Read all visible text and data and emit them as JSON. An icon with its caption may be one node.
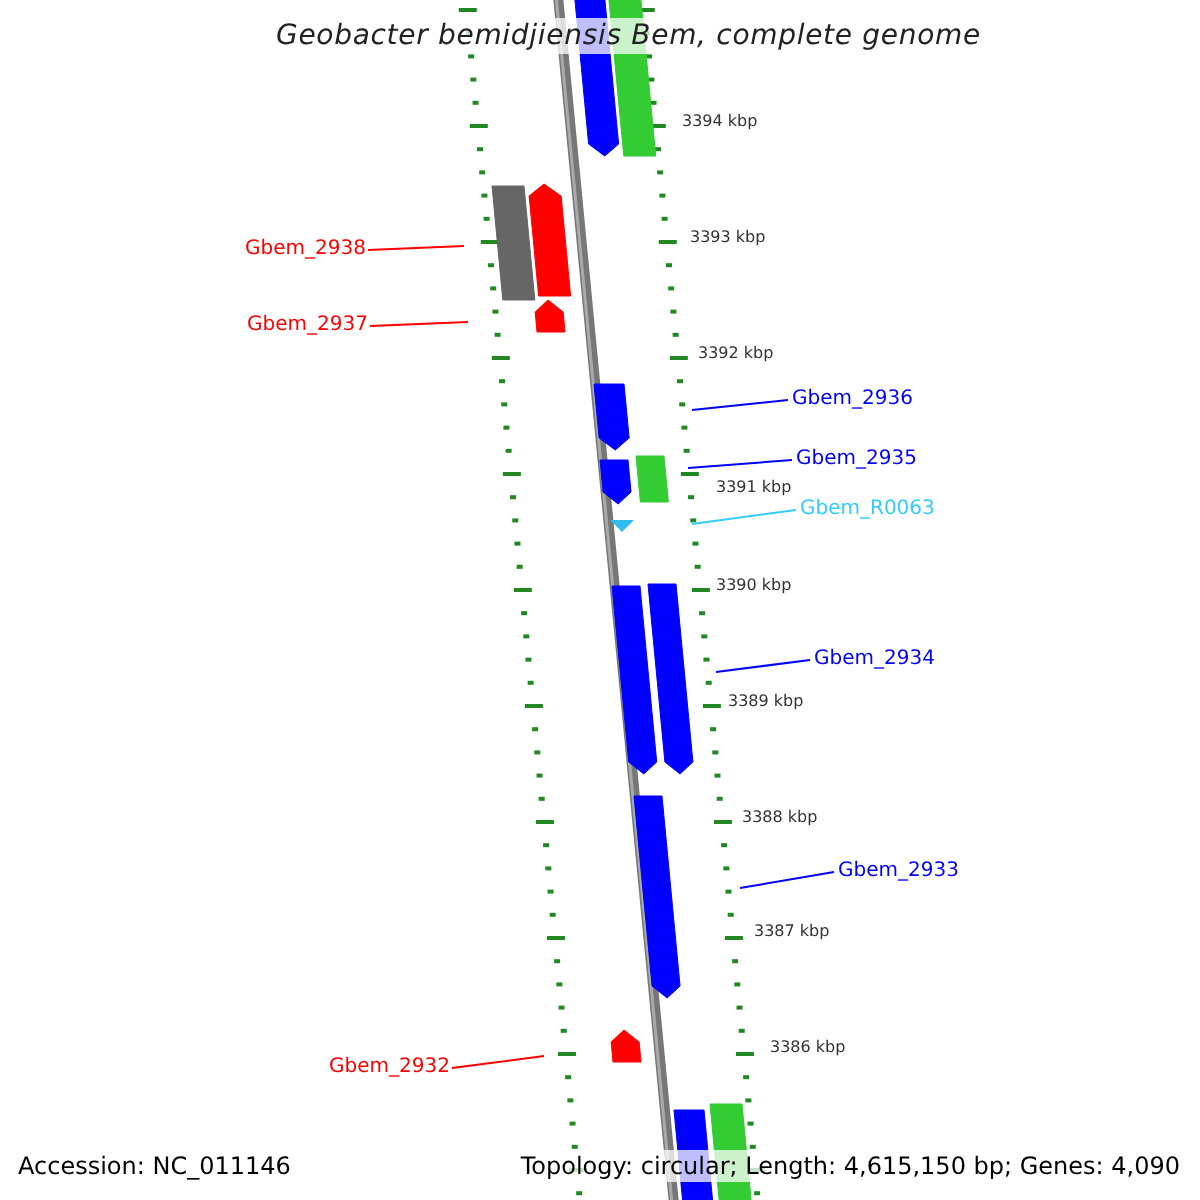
{
  "diagram": {
    "title": "Geobacter bemidjiensis Bem, complete genome",
    "nodes": [
      {
        "text": [
          "Gbem_2938"
        ]
      },
      {
        "text": [
          "Gbem_2937"
        ]
      },
      {
        "text": [
          "Gbem_2936"
        ]
      },
      {
        "text": [
          "Gbem_2935"
        ]
      },
      {
        "text": [
          "Gbem_R0063"
        ]
      },
      {
        "text": [
          "Gbem_2934"
        ]
      },
      {
        "text": [
          "Gbem_2933"
        ]
      },
      {
        "text": [
          "Gbem_2932"
        ]
      }
    ],
    "edges": [
      {
        "from": 0,
        "to": null,
        "arrow": "none",
        "color": "#ff0000"
      },
      {
        "from": 1,
        "to": null,
        "arrow": "none",
        "color": "#ff0000"
      },
      {
        "from": 2,
        "to": null,
        "arrow": "none"
      },
      {
        "from": 3,
        "to": null,
        "arrow": "none"
      },
      {
        "from": 4,
        "to": null,
        "arrow": "none",
        "color": "#33ccff"
      },
      {
        "from": 5,
        "to": null,
        "arrow": "none"
      },
      {
        "from": 6,
        "to": null,
        "arrow": "none"
      },
      {
        "from": 7,
        "to": null,
        "arrow": "none",
        "color": "#ff0000"
      }
    ],
    "labels": [
      "3394 kbp",
      "3393 kbp",
      "3392 kbp",
      "3391 kbp",
      "3390 kbp",
      "3389 kbp",
      "3388 kbp",
      "3387 kbp",
      "3386 kbp",
      "Accession: NC_011146",
      "Topology: circular; Length: 4,615,150 bp; Genes: 4,090"
    ]
  }
}
